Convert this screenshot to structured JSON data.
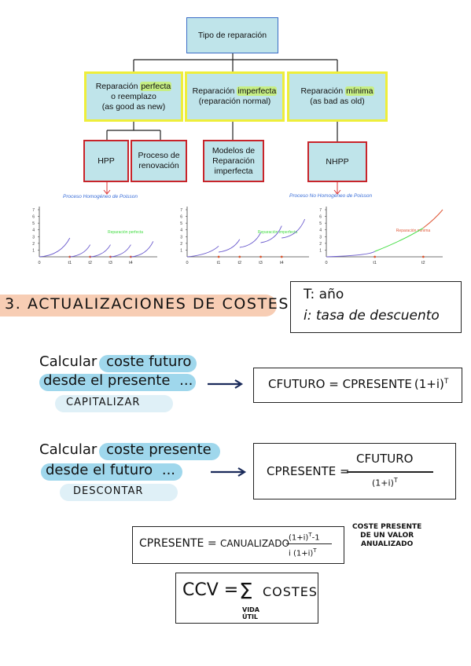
{
  "tree": {
    "root": "Tipo de reparación",
    "categories": [
      {
        "pre": "Reparación ",
        "highlight": "perfecta",
        "rest": [
          "o reemplazo",
          "(as good as new)"
        ]
      },
      {
        "pre": "Reparación ",
        "highlight": "imperfecta",
        "rest": [
          "(reparación normal)"
        ]
      },
      {
        "pre": "Reparación ",
        "highlight": "mínima",
        "rest": [
          "(as bad as old)"
        ]
      }
    ],
    "leaves": [
      "HPP",
      "Proceso de renovación",
      "Modelos de Reparación imperfecta",
      "NHPP"
    ]
  },
  "process_labels": {
    "left": "Proceso Homogéneo de Poisson",
    "right": "Proceso No Homogéneo de Poisson"
  },
  "chart_data": [
    {
      "type": "line",
      "legend": "Reparación perfecta",
      "legend_color": "#44dd44",
      "line_color": "#6a5acd",
      "y_ticks": [
        "1",
        "2",
        "3",
        "4",
        "5",
        "6",
        "7"
      ],
      "x_ticks": [
        "0",
        "t1",
        "t2",
        "t3",
        "t4"
      ],
      "x_values": [
        0,
        1.5,
        2.5,
        3.5,
        4.5
      ],
      "ylim": [
        0,
        7
      ],
      "xlim": [
        0,
        5.8
      ]
    },
    {
      "type": "line",
      "legend": "Reparación imperfecta",
      "legend_color": "#44dd44",
      "line_color": "#6a5acd",
      "y_ticks": [
        "1",
        "2",
        "3",
        "4",
        "5",
        "6",
        "7"
      ],
      "x_ticks": [
        "0",
        "t1",
        "t2",
        "t3",
        "t4"
      ],
      "x_values": [
        0,
        1.5,
        2.5,
        3.5,
        4.5
      ],
      "ylim": [
        0,
        7
      ],
      "xlim": [
        0,
        5.8
      ]
    },
    {
      "type": "line",
      "legend": "Reparación mínima",
      "legend_color": "#e05a3a",
      "line_color": "#6a5acd",
      "y_ticks": [
        "1",
        "2",
        "3",
        "4",
        "5",
        "6",
        "7"
      ],
      "x_ticks": [
        "0",
        "t1",
        "t2"
      ],
      "x_values": [
        0,
        2.5,
        5
      ],
      "ylim": [
        0,
        7
      ],
      "xlim": [
        0,
        6
      ]
    }
  ],
  "section": {
    "number": "3.",
    "title": "ACTUALIZACIONES DE COSTES"
  },
  "legend_box": {
    "line1_sym": "T",
    "line1_text": ": año",
    "line2_sym": "i",
    "line2_text": ": tasa de descuento"
  },
  "capitalizar": {
    "line1_pre": "Calcular",
    "line1_hl": "coste futuro",
    "line2_hl": "desde el presente",
    "dots": "...",
    "tag": "CAPITALIZAR",
    "formula_lhs": "CFUTURO",
    "formula_eq": "=",
    "formula_rhs": "CPRESENTE",
    "formula_paren": "(1+i)",
    "formula_exp": "T"
  },
  "descontar": {
    "line1_pre": "Calcular",
    "line1_hl": "coste presente",
    "line2_hl": "desde el futuro",
    "dots": "...",
    "tag": "DESCONTAR",
    "formula_lhs": "CPRESENTE =",
    "formula_num": "CFUTURO",
    "formula_den": "(1+i)",
    "formula_den_exp": "T"
  },
  "anualizado": {
    "lhs": "CPRESENTE",
    "eq": "=",
    "mid": "CANUALIZADO",
    "num": "(1+i)",
    "num_exp": "T",
    "num_tail": "-1",
    "den": "i  (1+i)",
    "den_exp": "T",
    "note": [
      "COSTE PRESENTE",
      "DE UN VALOR",
      "ANUALIZADO"
    ]
  },
  "ccv": {
    "lhs": "CCV =",
    "sigma": "Σ",
    "rhs": "COSTES",
    "sub1": "VIDA",
    "sub2": "ÚTIL"
  }
}
